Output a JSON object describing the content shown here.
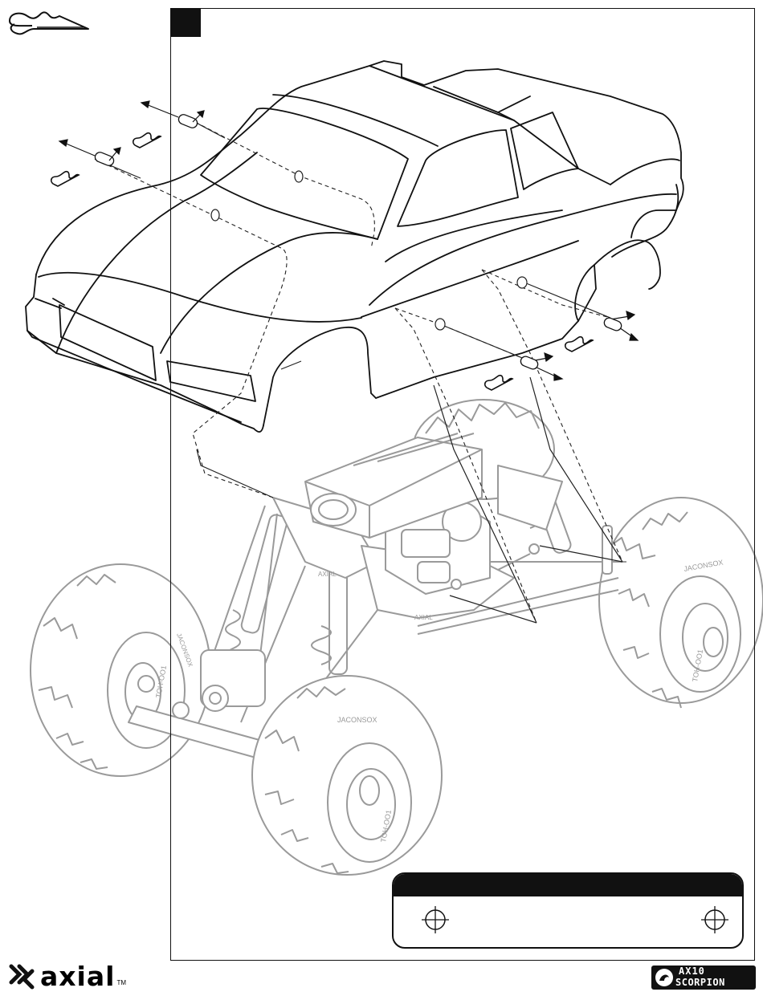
{
  "brand": {
    "name": "axial",
    "trademark": "TM"
  },
  "product_badge": {
    "line1": "AX10",
    "line2": "SCORPION"
  },
  "parts": {
    "body_clip_icon": "body-clip-icon",
    "body_post_icon": "body-post-icon",
    "body_mount_hole_icon": "crosshair-hole-icon"
  },
  "colors": {
    "ink": "#111111",
    "background": "#ffffff",
    "part_outline": "#999999"
  }
}
